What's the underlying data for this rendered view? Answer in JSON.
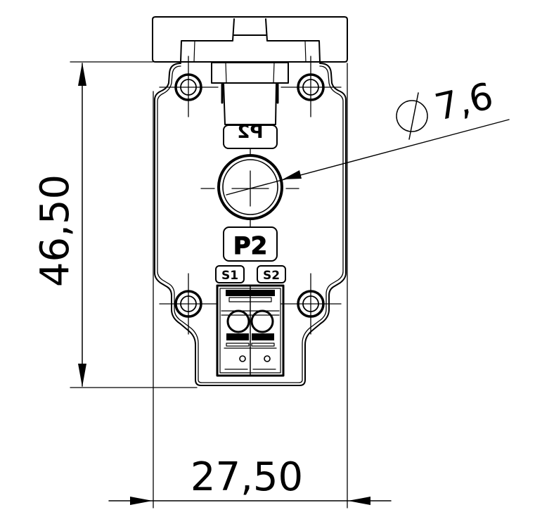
{
  "drawing": {
    "type": "technical-drawing",
    "subject": "terminal housing front view",
    "line_color": "#000000",
    "background": "#ffffff"
  },
  "dimensions": {
    "height": {
      "value": "46,50",
      "orientation": "vertical"
    },
    "width": {
      "value": "27,50",
      "orientation": "horizontal"
    },
    "diameter": {
      "symbol": "⌀",
      "value": "7,6"
    }
  },
  "labels": {
    "top_mirrored": "P2",
    "primary": "P2",
    "terminal_left": "S1",
    "terminal_right": "S2"
  }
}
